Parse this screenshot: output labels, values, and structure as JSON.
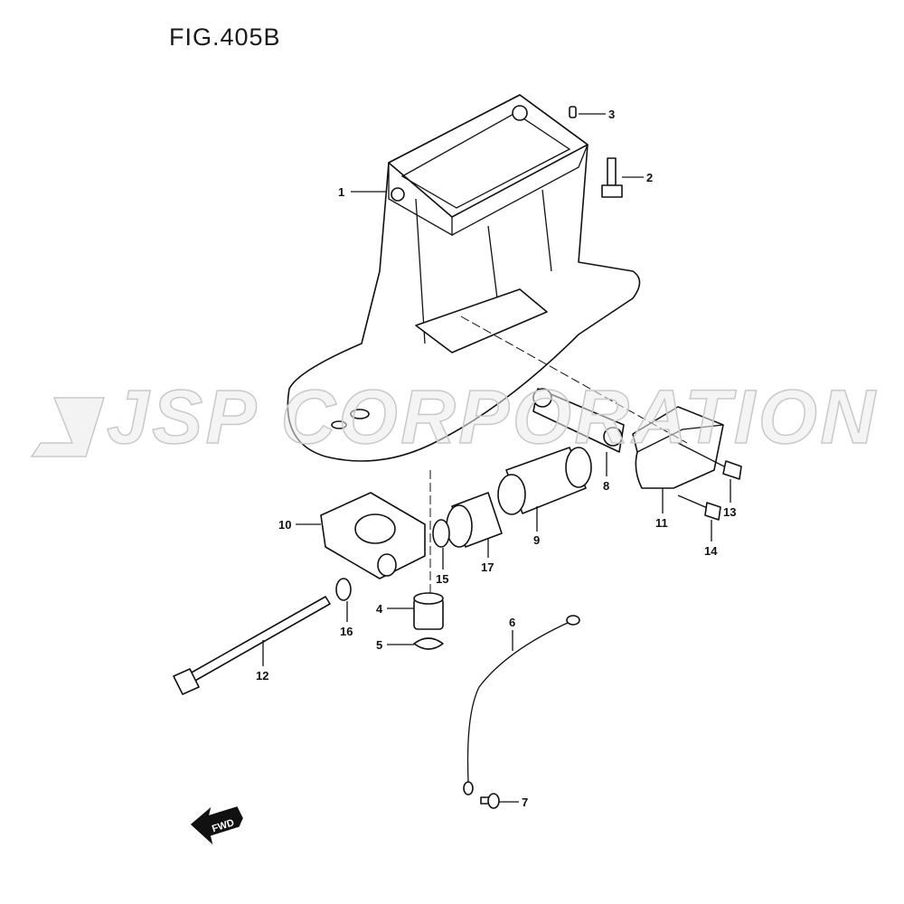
{
  "figure": {
    "title": "FIG.405B",
    "watermark": "JSP CORPORATION",
    "fwd_label": "FWD"
  },
  "callouts": [
    {
      "id": "1",
      "label": "1"
    },
    {
      "id": "2",
      "label": "2"
    },
    {
      "id": "3",
      "label": "3"
    },
    {
      "id": "4",
      "label": "4"
    },
    {
      "id": "5",
      "label": "5"
    },
    {
      "id": "6",
      "label": "6"
    },
    {
      "id": "7",
      "label": "7"
    },
    {
      "id": "8",
      "label": "8"
    },
    {
      "id": "9",
      "label": "9"
    },
    {
      "id": "10",
      "label": "10"
    },
    {
      "id": "11",
      "label": "11"
    },
    {
      "id": "12",
      "label": "12"
    },
    {
      "id": "13",
      "label": "13"
    },
    {
      "id": "14",
      "label": "14"
    },
    {
      "id": "15",
      "label": "15"
    },
    {
      "id": "16",
      "label": "16"
    },
    {
      "id": "17",
      "label": "17"
    }
  ]
}
